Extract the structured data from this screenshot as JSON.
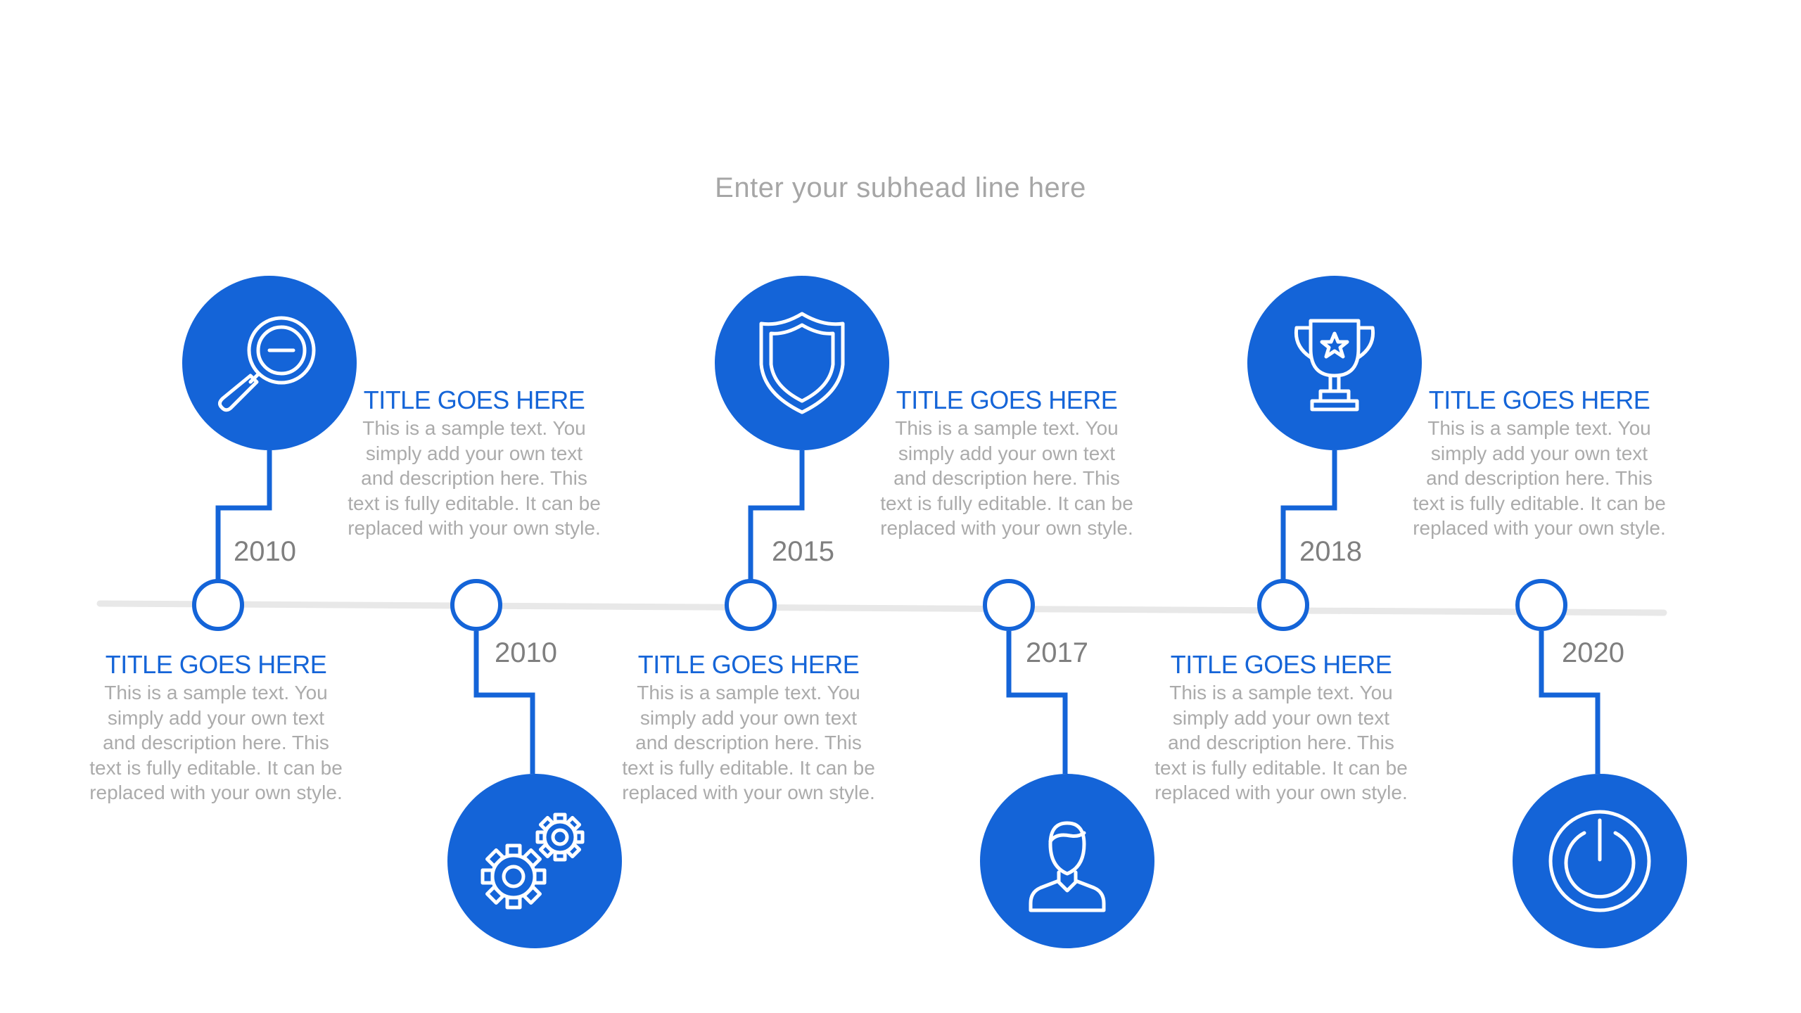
{
  "subhead": "Enter your subhead line here",
  "colors": {
    "accent": "#1464d8",
    "timeline": "#e8e8e8",
    "title": "#1565d8",
    "text": "#ababab",
    "year": "#7f7f7f"
  },
  "items": [
    {
      "year": "2010",
      "title": "TITLE GOES HERE",
      "text": "This is a sample text. You simply add your own text and description here. This text is fully editable. It can be replaced with your own style.",
      "icon": "search-minus-icon"
    },
    {
      "year": "2010",
      "title": "TITLE GOES HERE",
      "text": "This is a sample text. You simply add your own text and description here. This text is fully editable. It can be replaced with your own style.",
      "icon": "gears-icon"
    },
    {
      "year": "2015",
      "title": "TITLE GOES HERE",
      "text": "This is a sample text. You simply add your own text and description here. This text is fully editable. It can be replaced with your own style.",
      "icon": "shield-icon"
    },
    {
      "year": "2017",
      "title": "TITLE GOES HERE",
      "text": "This is a sample text. You simply add your own text and description here. This text is fully editable. It can be replaced with your own style.",
      "icon": "user-icon"
    },
    {
      "year": "2018",
      "title": "TITLE GOES HERE",
      "text": "This is a sample text. You simply add your own text and description here. This text is fully editable. It can be replaced with your own style.",
      "icon": "trophy-icon"
    },
    {
      "year": "2020",
      "title": "TITLE GOES HERE",
      "text": "This is a sample text. You simply add your own text and description here. This text is fully editable. It can be replaced with your own style.",
      "icon": "power-icon"
    }
  ]
}
